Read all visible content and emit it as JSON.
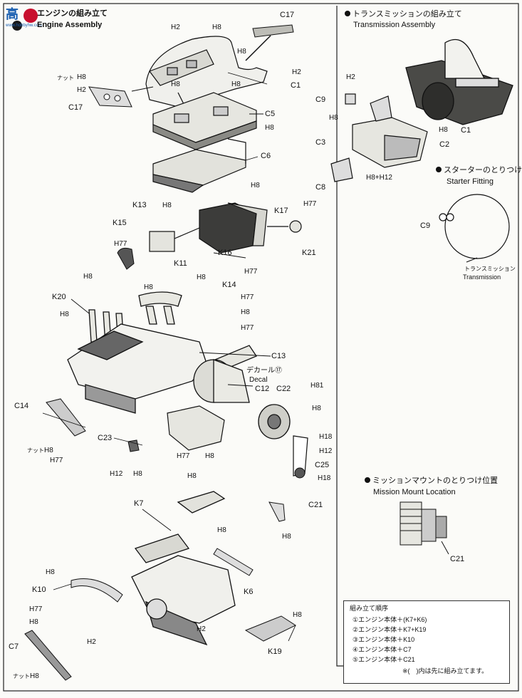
{
  "header": {
    "watermark_glyphs": "高",
    "watermark_site": "www.hobbyhw.com",
    "engine_jp": "エンジンの組み立て",
    "engine_en": "Engine Assembly",
    "trans_jp": "トランスミッションの組み立て",
    "trans_en": "Transmission Assembly",
    "starter_jp": "スターターのとりつけ",
    "starter_en": "Starter Fitting",
    "mount_jp": "ミッションマウントのとりつけ位置",
    "mount_en": "Mission Mount Location",
    "trans_jp_small": "トランスミッション",
    "trans_en_small": "Transmission",
    "decal_jp": "デカール⑰",
    "decal_en": "Decal"
  },
  "labels": {
    "c17": "C17",
    "h2": "H2",
    "h8": "H8",
    "c1": "C1",
    "c5": "C5",
    "c6": "C6",
    "nut": "ナット",
    "h77": "H77",
    "k13": "K13",
    "k15": "K15",
    "k17": "K17",
    "k16": "K16",
    "k21": "K21",
    "k11": "K11",
    "k14": "K14",
    "k20": "K20",
    "c13": "C13",
    "c12": "C12",
    "c22": "C22",
    "h81": "H81",
    "c14": "C14",
    "c23": "C23",
    "h12": "H12",
    "h18": "H18",
    "c25": "C25",
    "k7": "K7",
    "c21": "C21",
    "k10": "K10",
    "k6": "K6",
    "c7": "C7",
    "k19": "K19",
    "c9": "C9",
    "c3": "C3",
    "c2": "C2",
    "c8": "C8",
    "h8h12": "H8+H12"
  },
  "sequence": {
    "title": "組み立て順序",
    "steps": [
      "①エンジン本体＋(K7+K6)",
      "②エンジン本体＋K7+K19",
      "③エンジン本体＋K10",
      "④エンジン本体＋C7",
      "⑤エンジン本体＋C21"
    ],
    "note": "※(　)内は先に組み立てます。"
  }
}
